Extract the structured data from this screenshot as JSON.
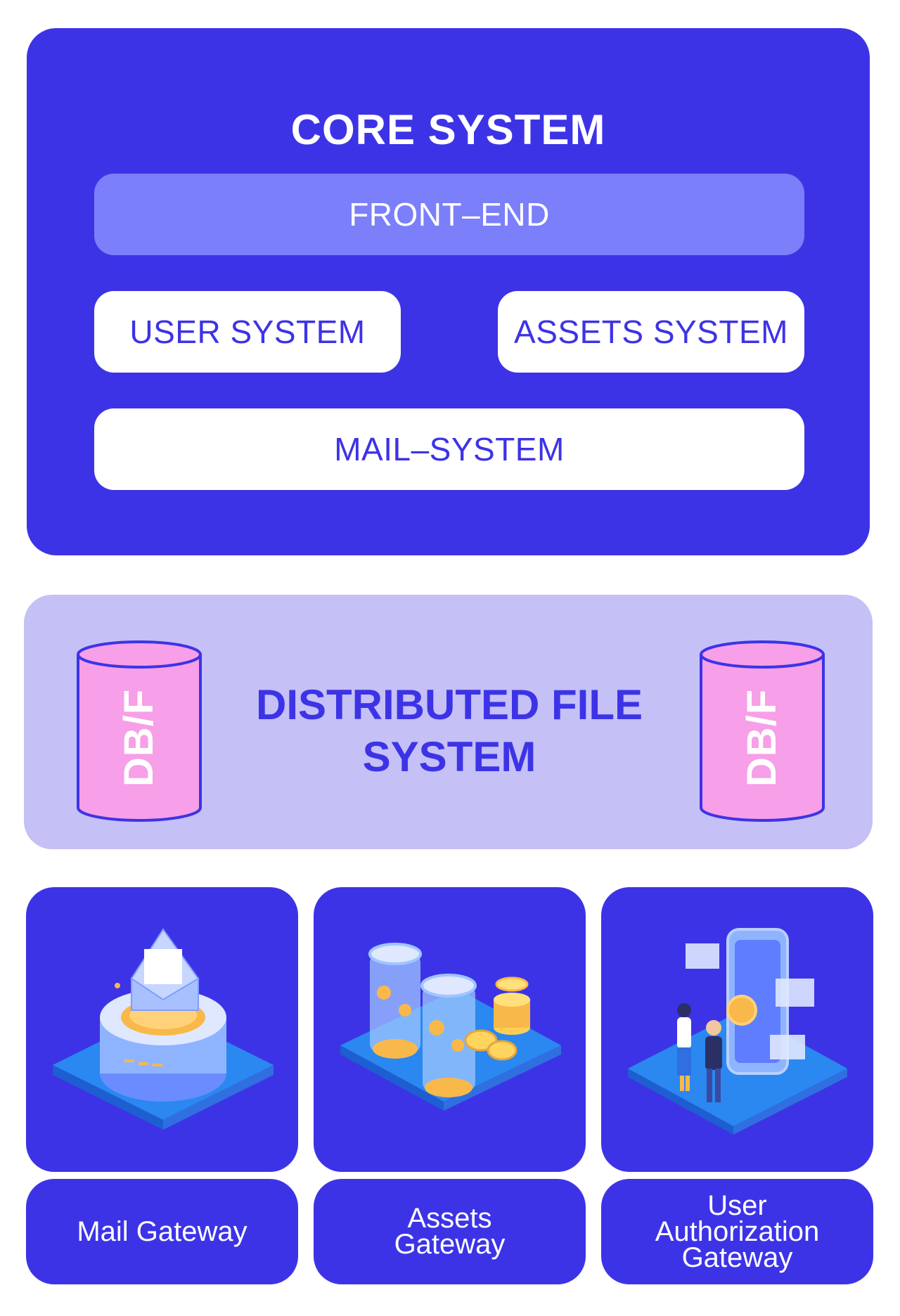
{
  "core_system": {
    "title": "CORE SYSTEM",
    "front_end": "FRONT–END",
    "user_system": "USER SYSTEM",
    "assets_system": "ASSETS SYSTEM",
    "mail_system": "MAIL–SYSTEM"
  },
  "distributed_file_system": {
    "title_line1": "DISTRIBUTED FILE",
    "title_line2": "SYSTEM",
    "db_left": "DB/F",
    "db_right": "DB/F"
  },
  "gateways": [
    {
      "line1": "Mail Gateway",
      "line2": "",
      "line3": "",
      "icon": "mail-envelope-icon"
    },
    {
      "line1": "Assets",
      "line2": "Gateway",
      "line3": "",
      "icon": "coins-jars-icon"
    },
    {
      "line1": "User",
      "line2": "Authorization",
      "line3": "Gateway",
      "icon": "user-authorization-icon"
    }
  ],
  "colors": {
    "primary": "#3d33e6",
    "front_end": "#7b7ff9",
    "dfs_background": "#c5c0f6",
    "db_cylinder": "#f79fe8",
    "white": "#ffffff"
  }
}
